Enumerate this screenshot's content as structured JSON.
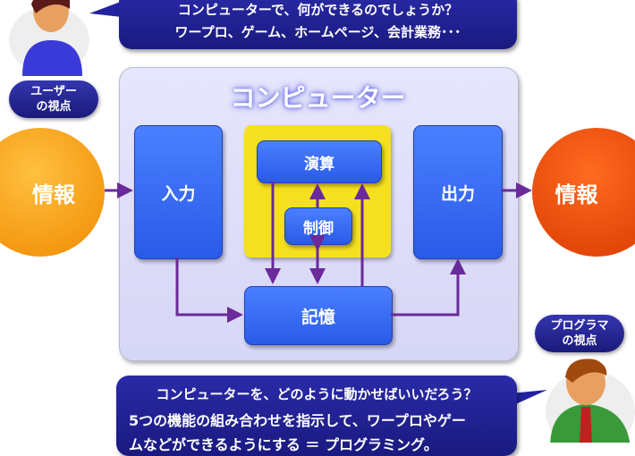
{
  "top_bubble": {
    "line1": "コンピューターで、何ができるのでしょうか？",
    "line2": "ワープロ、ゲーム、ホームページ、会計業務･･･"
  },
  "user_label": {
    "line1": "ユーザー",
    "line2": "の視点"
  },
  "programmer_label": {
    "line1": "プログラマ",
    "line2": "の視点"
  },
  "computer": {
    "title": "コンピューター",
    "input": "入力",
    "compute": "演算",
    "control": "制御",
    "output": "出力",
    "memory": "記憶"
  },
  "info_left": "情報",
  "info_right": "情報",
  "bottom_bubble": {
    "line1": "コンピューターを、どのように動かせばいいだろう？",
    "line2": "5つの機能の組み合わせを指示して、ワープロやゲー",
    "line3": "ムなどができるようにする ＝ プログラミング。"
  },
  "colors": {
    "arrow": "#6a2a9a",
    "box": "#3a6cf0",
    "yellow": "#f5e020",
    "panel": "#dcdcf8"
  }
}
